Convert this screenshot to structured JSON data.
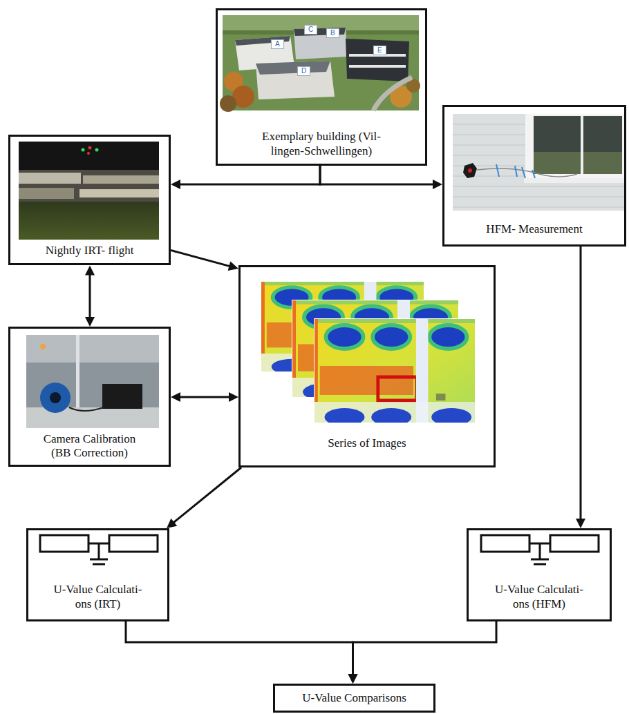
{
  "diagram": {
    "nodes": [
      {
        "text": [
          "Exemplary building (Vil- lingen-Schwellingen)"
        ]
      },
      {
        "text": [
          "Nightly IRT- flight"
        ]
      },
      {
        "text": [
          "HFM- Measurement"
        ]
      },
      {
        "text": [
          "Camera Calibration (BB Correction)"
        ]
      },
      {
        "text": [
          "Series of Images"
        ]
      },
      {
        "text": [
          "U-Value Calculati- ons (IRT)"
        ]
      },
      {
        "text": [
          "U-Value Calculati- ons (HFM)"
        ]
      },
      {
        "text": [
          "U-Value Comparisons"
        ]
      }
    ],
    "edges": [
      {
        "from": 0,
        "to": 1,
        "arrow": "to"
      },
      {
        "from": 0,
        "to": 2,
        "arrow": "to"
      },
      {
        "from": 1,
        "to": 3,
        "arrow": "both"
      },
      {
        "from": 1,
        "to": 4,
        "arrow": "to"
      },
      {
        "from": 3,
        "to": 4,
        "arrow": "both"
      },
      {
        "from": 4,
        "to": 5,
        "arrow": "to"
      },
      {
        "from": 2,
        "to": 6,
        "arrow": "to"
      },
      {
        "from": 5,
        "to": 7,
        "arrow": "to"
      },
      {
        "from": 6,
        "to": 7,
        "arrow": "to"
      }
    ],
    "labels": [
      "A",
      "B",
      "C",
      "D",
      "E"
    ]
  }
}
